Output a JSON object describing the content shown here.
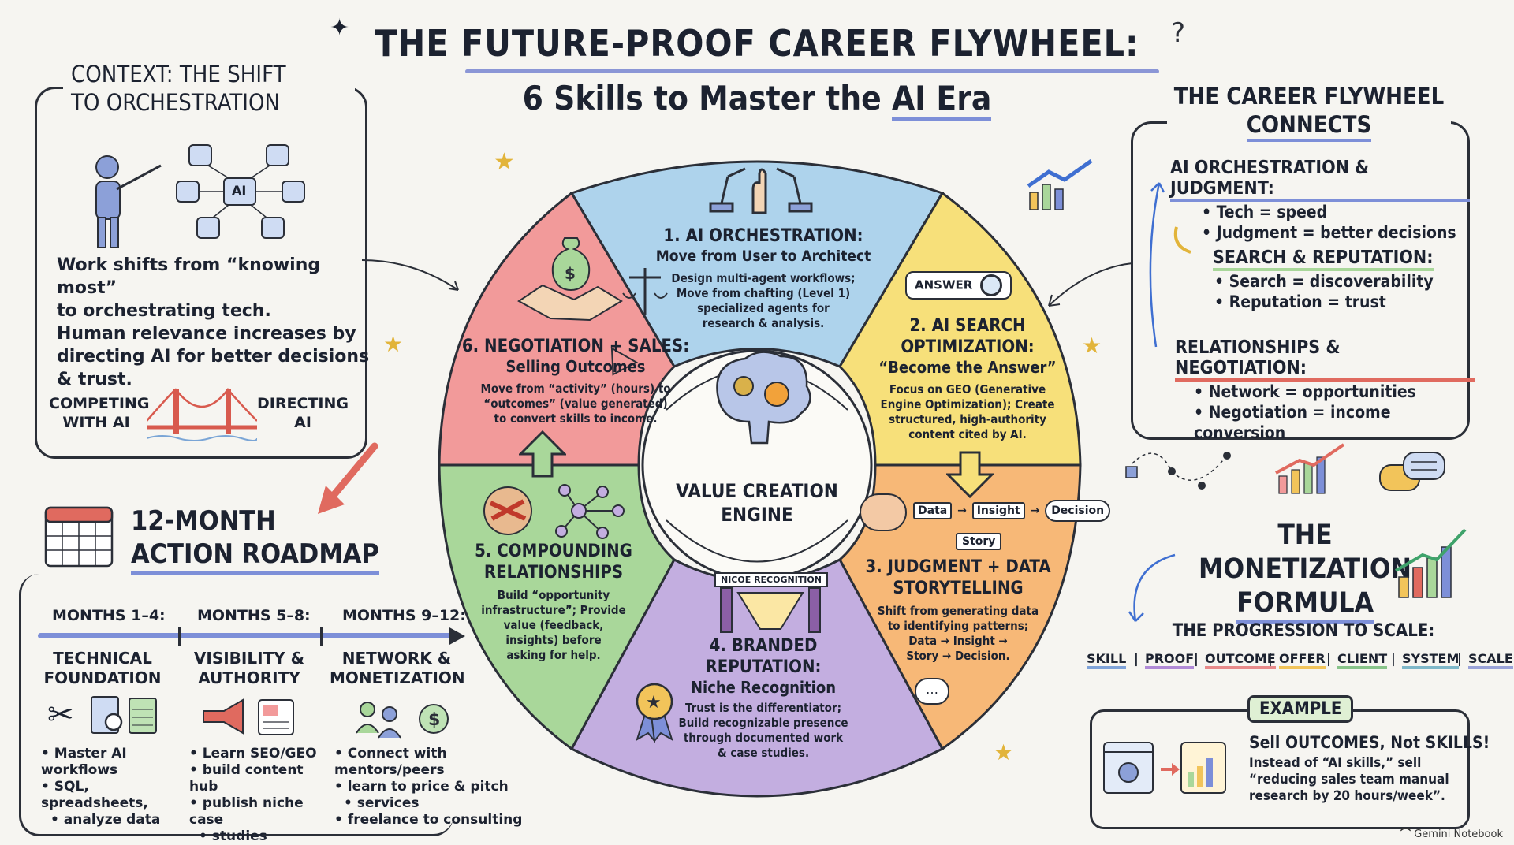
{
  "title": "THE FUTURE-PROOF CAREER FLYWHEEL:",
  "subtitle_prefix": "6 Skills to Master the ",
  "subtitle_highlight": "AI Era",
  "context": {
    "title_line1": "CONTEXT: THE SHIFT",
    "title_line2": "TO ORCHESTRATION",
    "icon_label": "AI",
    "text_lines": [
      "Work shifts from “knowing most”",
      "to orchestrating tech.",
      "Human relevance increases by",
      "directing AI for better decisions",
      "& trust."
    ],
    "left_label_line1": "COMPETING",
    "left_label_line2": "WITH AI",
    "right_label_line1": "DIRECTING",
    "right_label_line2": "AI"
  },
  "roadmap": {
    "title_line1": "12-MONTH",
    "title_line2": "ACTION ROADMAP",
    "phases": [
      {
        "months": "MONTHS 1–4:",
        "name_line1": "TECHNICAL",
        "name_line2": "FOUNDATION",
        "tasks": [
          "Master AI workflows",
          "SQL, spreadsheets,",
          "analyze data"
        ]
      },
      {
        "months": "MONTHS 5–8:",
        "name_line1": "VISIBILITY &",
        "name_line2": "AUTHORITY",
        "tasks": [
          "Learn SEO/GEO",
          "build content hub",
          "publish niche case",
          "studies"
        ]
      },
      {
        "months": "MONTHS 9–12:",
        "name_line1": "NETWORK &",
        "name_line2": "MONETIZATION",
        "tasks": [
          "Connect with mentors/peers",
          "learn to price & pitch",
          "services",
          "freelance to consulting"
        ]
      }
    ]
  },
  "wheel": {
    "center_line1": "VALUE CREATION",
    "center_line2": "ENGINE",
    "segments": [
      {
        "title": "1. AI ORCHESTRATION:",
        "subtitle": "Move from User to Architect",
        "desc": [
          "Design multi-agent workflows;",
          "Move from chafting (Level 1)",
          "specialized agents for",
          "research & analysis."
        ],
        "color": "#aed3ec"
      },
      {
        "title_line1": "2. AI SEARCH",
        "title_line2": "OPTIMIZATION:",
        "subtitle": "“Become the Answer”",
        "badge": "ANSWER",
        "desc": [
          "Focus on GEO (Generative",
          "Engine Optimization); Create",
          "structured, high-authority",
          "content cited by AI."
        ],
        "color": "#f7e07a"
      },
      {
        "title_line1": "3. JUDGMENT + DATA",
        "title_line2": "STORYTELLING",
        "desc": [
          "Shift from generating data",
          "to identifying patterns;",
          "Data → Insight →",
          "Story → Decision."
        ],
        "flow": [
          "Data",
          "Insight",
          "Decision",
          "Story"
        ],
        "color": "#f7b877"
      },
      {
        "title_line1": "4. BRANDED",
        "title_line2": "REPUTATION:",
        "subtitle": "Niche Recognition",
        "banner": "NICOE RECOGNITION",
        "desc": [
          "Trust is the differentiator;",
          "Build recognizable presence",
          "through documented work",
          "& case studies."
        ],
        "color": "#c3aee0"
      },
      {
        "title_line1": "5. COMPOUNDING",
        "title_line2": "RELATIONSHIPS",
        "desc": [
          "Build “opportunity",
          "infrastructure”; Provide",
          "value (feedback,",
          "insights) before",
          "asking for help."
        ],
        "color": "#a9d79a"
      },
      {
        "title": "6. NEGOTIATION + SALES:",
        "subtitle": "Selling Outcomes",
        "desc": [
          "Move from “activity” (hours) to",
          "“outcomes” (value generated)",
          "to convert skills to income."
        ],
        "color": "#f29a9a"
      }
    ]
  },
  "flywheel": {
    "title_line1": "THE CAREER FLYWHEEL",
    "title_line2": "CONNECTS",
    "groups": [
      {
        "heading": "AI ORCHESTRATION & JUDGMENT:",
        "items": [
          "Tech = speed",
          "Judgment = better decisions"
        ]
      },
      {
        "heading": "SEARCH & REPUTATION:",
        "items": [
          "Search = discoverability",
          "Reputation = trust"
        ]
      },
      {
        "heading": "RELATIONSHIPS & NEGOTIATION:",
        "items": [
          "Network = opportunities",
          "Negotiation = income conversion"
        ]
      }
    ]
  },
  "monetization": {
    "title_line1": "THE MONETIZATION",
    "title_line2": "FORMULA",
    "progression_heading": "THE PROGRESSION TO SCALE:",
    "steps": [
      "SKILL",
      "PROOF",
      "OUTCOME",
      "OFFER",
      "CLIENT",
      "SYSTEM",
      "SCALE"
    ],
    "step_colors": [
      "#7fa3d9",
      "#b08ad6",
      "#e88a8a",
      "#f2c45a",
      "#88c48a",
      "#7fb8c9",
      "#9aa3d9"
    ],
    "example_label": "EXAMPLE",
    "example_heading": "Sell OUTCOMES, Not SKILLS!",
    "example_lines": [
      "Instead of “AI skills,” sell",
      "“reducing sales team manual",
      "research by 20 hours/week”."
    ]
  },
  "footer": "Gemini Notebook",
  "colors": {
    "ink": "#1c2230",
    "accent_blue": "#7d8fd8",
    "accent_red": "#e06a5f"
  }
}
